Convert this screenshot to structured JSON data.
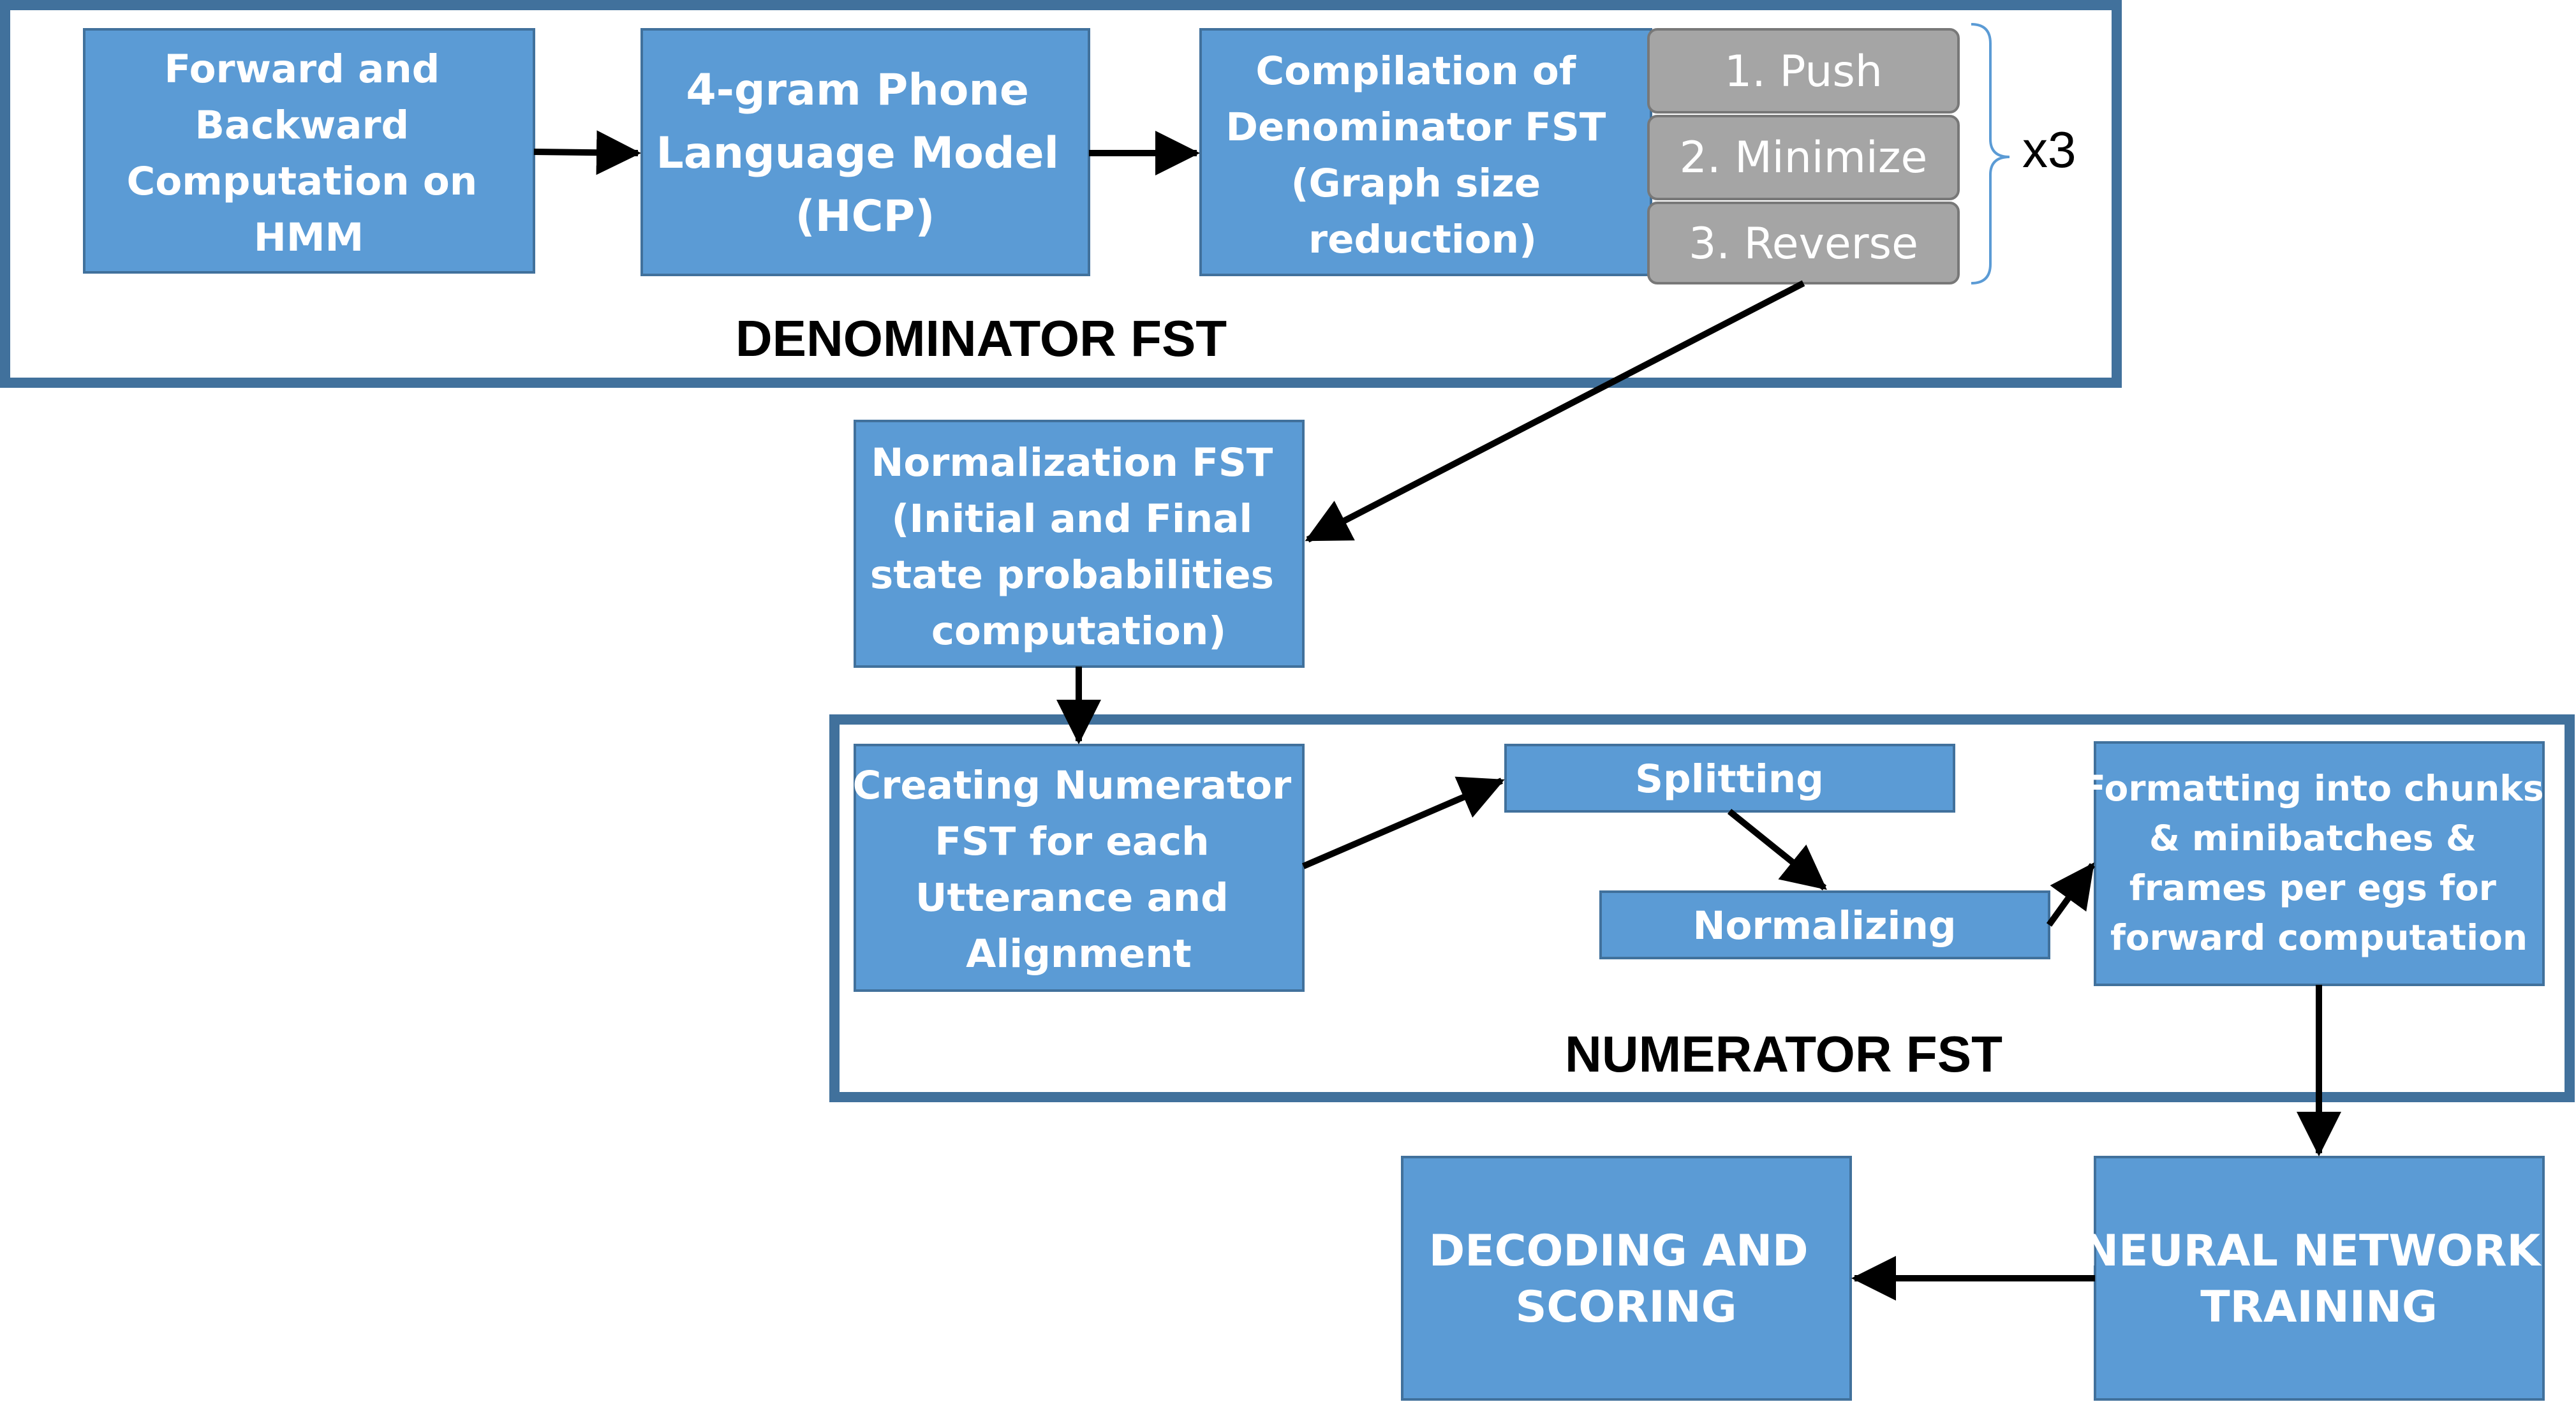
{
  "groups": {
    "denominator_label": "DENOMINATOR FST",
    "numerator_label": "NUMERATOR FST"
  },
  "nodes": {
    "forward_backward": [
      "Forward and",
      "Backward",
      "Computation on",
      "HMM"
    ],
    "phone_lm": [
      "4-gram Phone",
      "Language Model",
      "(HCP)"
    ],
    "compilation": [
      "Compilation of",
      "Denominator FST",
      "(Graph size",
      "reduction)"
    ],
    "normalization": [
      "Normalization FST",
      "(Initial and Final",
      "state probabilities",
      "computation)"
    ],
    "creating_numerator": [
      "Creating Numerator",
      "FST for each",
      "Utterance and",
      "Alignment"
    ],
    "splitting": [
      "Splitting"
    ],
    "normalizing": [
      "Normalizing"
    ],
    "formatting": [
      "Formatting into chunks",
      "& minibatches &",
      "frames per egs for",
      "forward computation"
    ],
    "nn_training": [
      "NEURAL NETWORK",
      "TRAINING"
    ],
    "decoding": [
      "DECODING AND",
      "SCORING"
    ]
  },
  "reduction_steps": [
    "1. Push",
    "2. Minimize",
    "3. Reverse"
  ],
  "repeat_label": "x3",
  "colors": {
    "node_fill": "#5b9bd5",
    "node_border": "#41719c",
    "step_fill": "#a5a5a5",
    "frame_border": "#41719c",
    "arrow": "#000000"
  }
}
